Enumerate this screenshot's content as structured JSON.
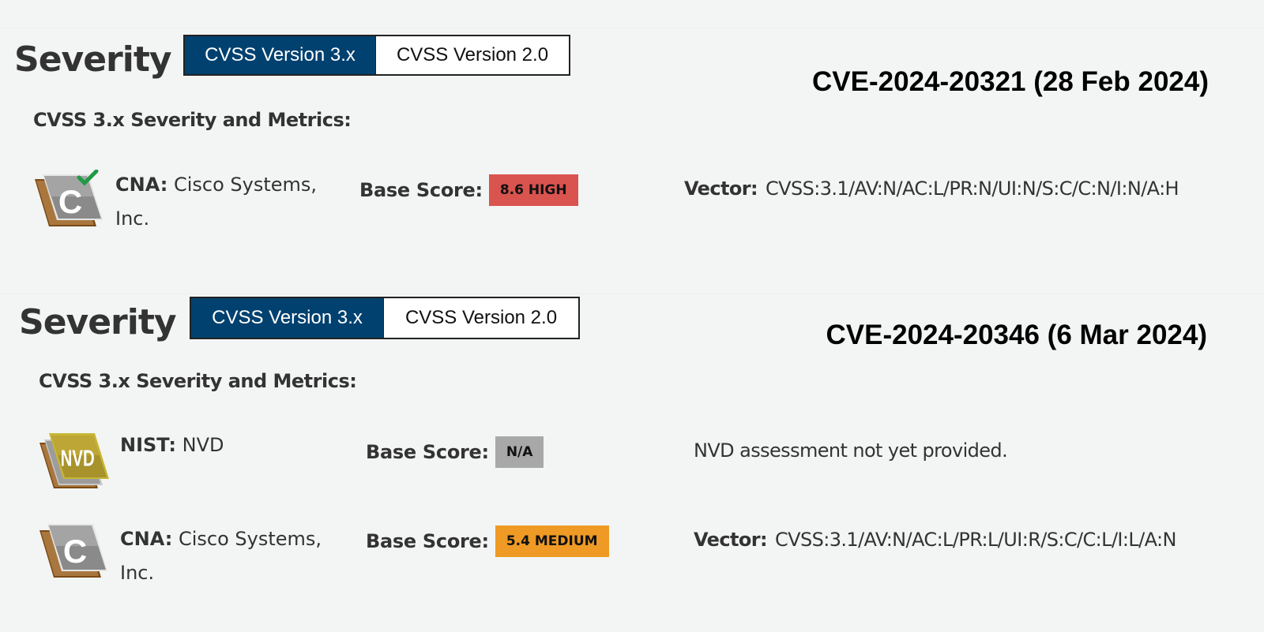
{
  "colors": {
    "background": "#f3f5f4",
    "tab_active_bg": "#00416f",
    "tab_active_text": "#ffffff",
    "tab_inactive_bg": "#ffffff",
    "score_high": "#d9534f",
    "score_medium": "#ee9a24",
    "score_na": "#a8a8a8",
    "check_green": "#1f9a45"
  },
  "panels": [
    {
      "cve_title": "CVE-2024-20321 (28 Feb 2024)",
      "severity_heading": "Severity",
      "tabs": [
        {
          "label": "CVSS Version 3.x",
          "active": true
        },
        {
          "label": "CVSS Version 2.0",
          "active": false
        }
      ],
      "metrics_heading": "CVSS 3.x Severity and Metrics:",
      "rows": [
        {
          "icon": "cna-icon-verified",
          "source_label": "CNA:",
          "source_value": "Cisco Systems, Inc.",
          "base_score_label": "Base Score:",
          "base_score": "8.6 HIGH",
          "base_score_color": "#d9534f",
          "vector_label": "Vector:",
          "vector_value": "CVSS:3.1/AV:N/AC:L/PR:N/UI:N/S:C/C:N/I:N/A:H"
        }
      ]
    },
    {
      "cve_title": "CVE-2024-20346 (6 Mar 2024)",
      "severity_heading": "Severity",
      "tabs": [
        {
          "label": "CVSS Version 3.x",
          "active": true
        },
        {
          "label": "CVSS Version 2.0",
          "active": false
        }
      ],
      "metrics_heading": "CVSS 3.x Severity and Metrics:",
      "rows": [
        {
          "icon": "nvd-icon",
          "source_label": "NIST:",
          "source_value": "NVD",
          "base_score_label": "Base Score:",
          "base_score": "N/A",
          "base_score_color": "#a8a8a8",
          "note": "NVD assessment not yet provided."
        },
        {
          "icon": "cna-icon",
          "source_label": "CNA:",
          "source_value": "Cisco Systems, Inc.",
          "base_score_label": "Base Score:",
          "base_score": "5.4 MEDIUM",
          "base_score_color": "#ee9a24",
          "vector_label": "Vector:",
          "vector_value": "CVSS:3.1/AV:N/AC:L/PR:L/UI:R/S:C/C:L/I:L/A:N"
        }
      ]
    }
  ]
}
